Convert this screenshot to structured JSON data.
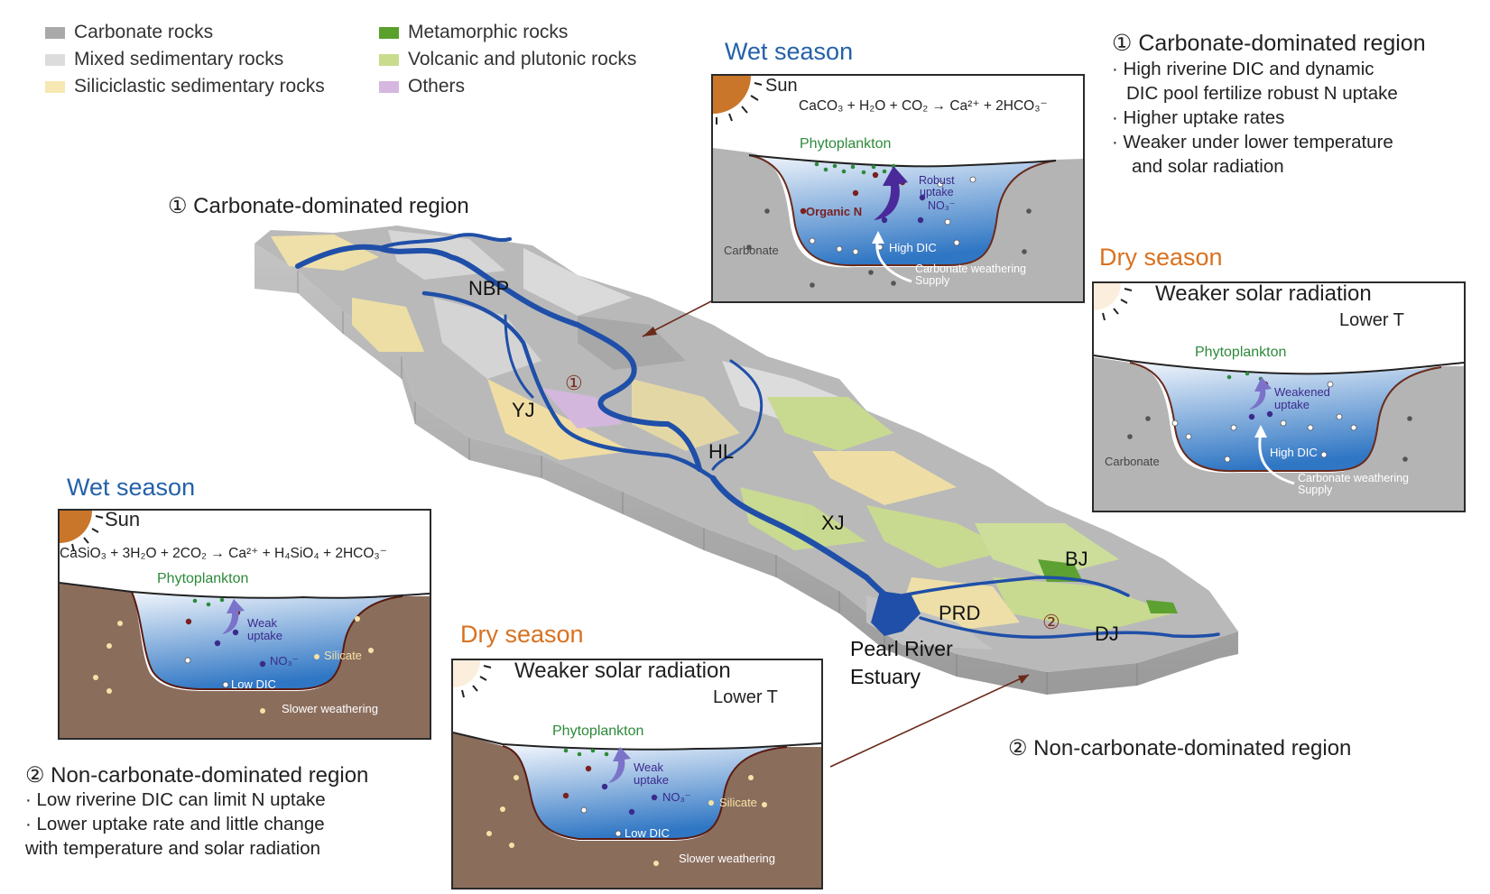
{
  "legend": [
    {
      "label": "Carbonate rocks",
      "color": "#a9a9a9"
    },
    {
      "label": "Mixed sedimentary rocks",
      "color": "#dcdcdc"
    },
    {
      "label": "Siliciclastic sedimentary rocks",
      "color": "#f6e7b3"
    },
    {
      "label": "Metamorphic rocks",
      "color": "#5aa02c"
    },
    {
      "label": "Volcanic and plutonic rocks",
      "color": "#c9dc8e"
    },
    {
      "label": "Others",
      "color": "#d6b7df"
    }
  ],
  "region1": {
    "title": "① Carbonate-dominated region",
    "map_title": "① Carbonate-dominated region",
    "bullets": [
      "· High riverine DIC and dynamic",
      "  DIC pool fertilize robust N uptake",
      "· Higher uptake rates",
      "· Weaker under lower temperature",
      "   and solar radiation"
    ]
  },
  "region2": {
    "title": "② Non-carbonate-dominated region",
    "map_title": "② Non-carbonate-dominated region",
    "bullets": [
      "· Low riverine DIC can limit N uptake",
      "· Lower uptake rate and little change",
      "with temperature and solar radiation"
    ]
  },
  "map_labels": {
    "nbp": "NBP",
    "yj": "YJ",
    "hl": "HL",
    "xj": "XJ",
    "bj": "BJ",
    "prd": "PRD",
    "dj": "DJ",
    "pearl1": "Pearl River",
    "pearl2": "Estuary",
    "n1": "①",
    "n2": "②"
  },
  "panels": {
    "wet1": {
      "season": "Wet season",
      "sun": "Sun",
      "eq": "CaCO₃ + H₂O + CO₂ → Ca²⁺ + 2HCO₃⁻",
      "phyto": "Phytoplankton",
      "organic": "Organic N",
      "robust": "Robust",
      "uptake": "uptake",
      "no3": "NO₃⁻",
      "carbonate": "Carbonate",
      "highdic": "High DIC",
      "cw": "Carbonate weathering",
      "supply": "Supply"
    },
    "dry1": {
      "season": "Dry season",
      "weak_sun": "Weaker solar radiation",
      "lowT": "Lower T",
      "phyto": "Phytoplankton",
      "weakened": "Weakened",
      "uptake": "uptake",
      "carbonate": "Carbonate",
      "highdic": "High DIC",
      "cw": "Carbonate weathering",
      "supply": "Supply"
    },
    "wet2": {
      "season": "Wet season",
      "sun": "Sun",
      "eq": "CaSiO₃ + 3H₂O + 2CO₂ → Ca²⁺ + H₄SiO₄ + 2HCO₃⁻",
      "phyto": "Phytoplankton",
      "weak": "Weak",
      "uptake": "uptake",
      "no3": "NO₃⁻",
      "silicate": "Silicate",
      "lowdic": "Low DIC",
      "slower": "Slower weathering"
    },
    "dry2": {
      "season": "Dry season",
      "weak_sun": "Weaker solar radiation",
      "lowT": "Lower T",
      "phyto": "Phytoplankton",
      "weak": "Weak",
      "uptake": "uptake",
      "no3": "NO₃⁻",
      "silicate": "Silicate",
      "lowdic": "Low DIC",
      "slower": "Slower weathering"
    }
  },
  "colors": {
    "river": "#1f4fa8",
    "carbonate_ground": "#b4b4b4",
    "silicate_ground": "#8b6d5c",
    "water_top": "#eef3fb",
    "water_deep": "#2f76c4",
    "phyto": "#2c8a3a",
    "organic_dot": "#7a2020",
    "no3_dot": "#3b2a8c",
    "arrow": "#6a2a1a"
  }
}
